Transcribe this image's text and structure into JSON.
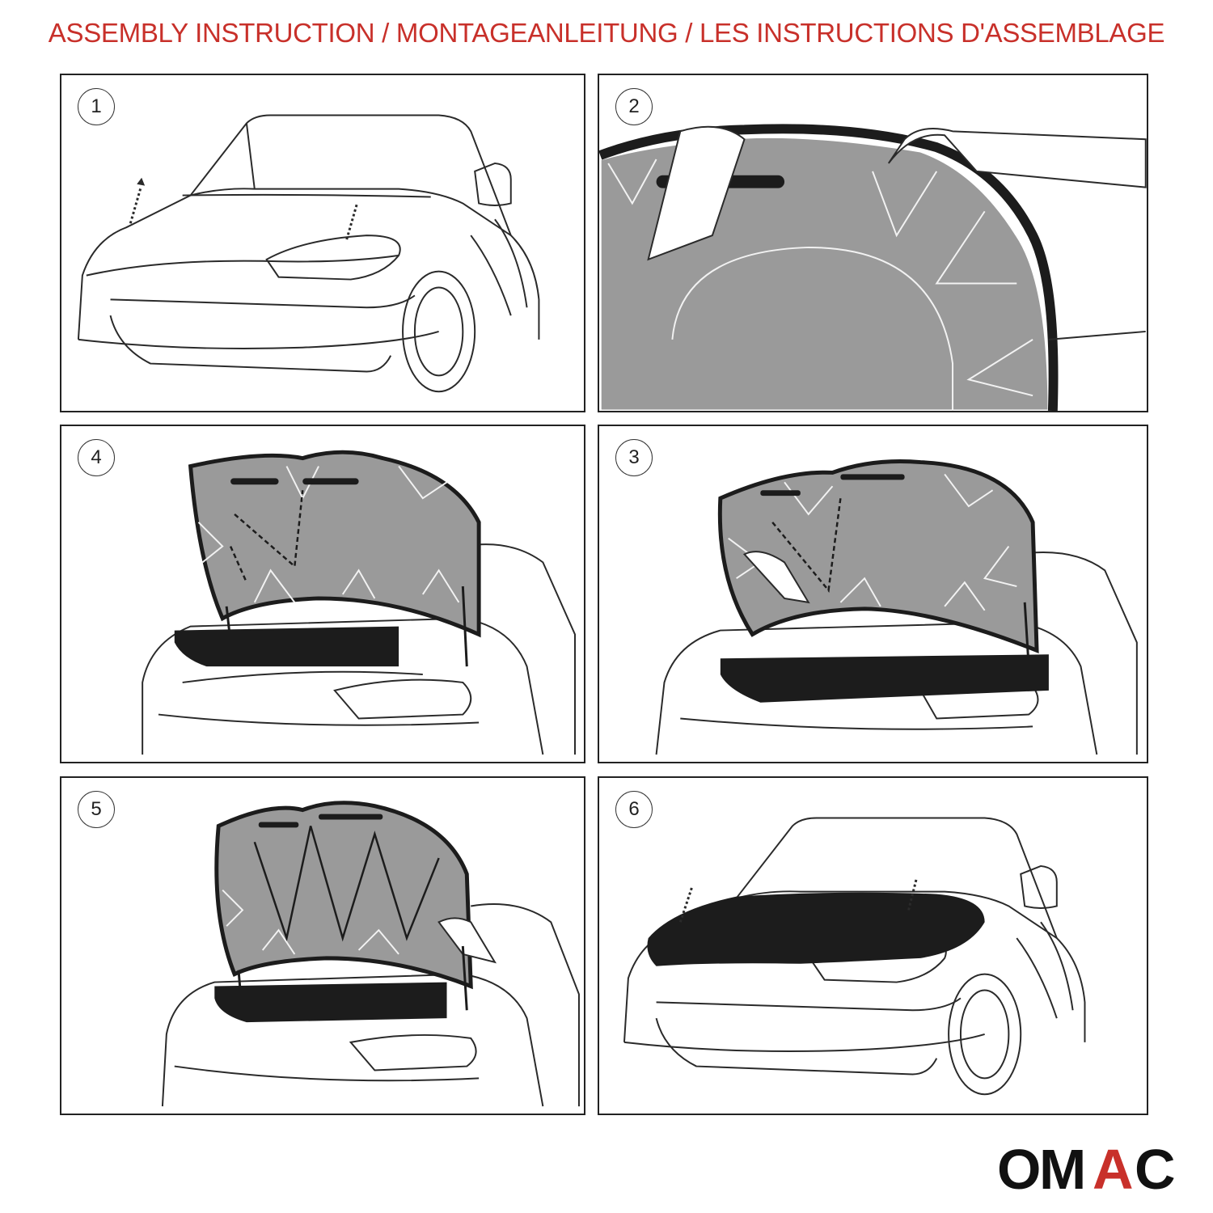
{
  "header": {
    "title": "ASSEMBLY INSTRUCTION / MONTAGEANLEITUNG / LES INSTRUCTIONS D'ASSEMBLAGE"
  },
  "steps": [
    {
      "number": "1"
    },
    {
      "number": "2"
    },
    {
      "number": "4"
    },
    {
      "number": "3"
    },
    {
      "number": "5"
    },
    {
      "number": "6"
    }
  ],
  "brand": {
    "logo_text": "OMAC",
    "logo_text_color": "#111111",
    "logo_accent_color": "#c8302a"
  },
  "colors": {
    "title": "#c8302a",
    "hood_liner": "#9a9a9a",
    "hood_bra": "#1c1c1c",
    "outline": "#2a2a2a"
  }
}
